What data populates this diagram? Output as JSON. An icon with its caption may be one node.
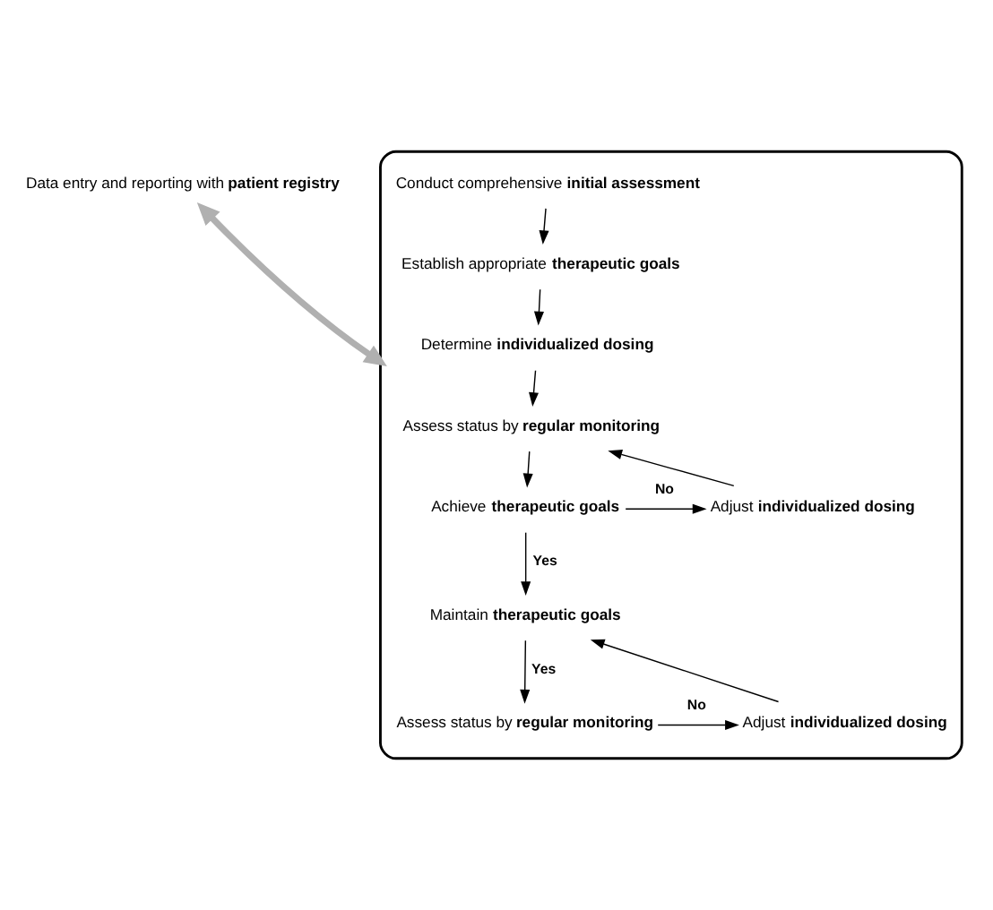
{
  "diagram": {
    "nodes": [
      {
        "text": [
          "Data entry and reporting with **patient registry**"
        ]
      },
      {
        "text": [],
        "shape": "bracket"
      },
      {
        "text": [
          "Conduct comprehensive **initial assessment**"
        ],
        "in": 1
      },
      {
        "text": [
          "Establish appropriate **therapeutic goals**"
        ],
        "in": 1
      },
      {
        "text": [
          "Determine **individualized dosing**"
        ],
        "in": 1
      },
      {
        "text": [
          "Assess status by **regular monitoring**"
        ],
        "in": 1
      },
      {
        "text": [
          "Achieve **therapeutic goals**"
        ],
        "in": 1
      },
      {
        "text": [
          "Adjust **individualized dosing**"
        ],
        "in": 1
      },
      {
        "text": [
          "Maintain **therapeutic goals**"
        ],
        "in": 1
      },
      {
        "text": [
          "Assess status by **regular monitoring**"
        ],
        "in": 1
      },
      {
        "text": [
          "Adjust **individualized dosing**"
        ],
        "in": 1
      }
    ],
    "edges": [
      {
        "from": 0,
        "to": 1,
        "arrow": "both",
        "style": "thick",
        "color": "#b0b0b0"
      },
      {
        "from": 2,
        "to": 3,
        "arrow": "to"
      },
      {
        "from": 3,
        "to": 4,
        "arrow": "to"
      },
      {
        "from": 4,
        "to": 5,
        "arrow": "to"
      },
      {
        "from": 5,
        "to": 6,
        "arrow": "to"
      },
      {
        "from": 6,
        "to": 7,
        "arrow": "to",
        "label": "No"
      },
      {
        "from": 7,
        "to": 5,
        "arrow": "to"
      },
      {
        "from": 6,
        "to": 8,
        "arrow": "to",
        "label": "Yes"
      },
      {
        "from": 8,
        "to": 9,
        "arrow": "to",
        "label": "Yes"
      },
      {
        "from": 9,
        "to": 10,
        "arrow": "to",
        "label": "No"
      },
      {
        "from": 10,
        "to": 8,
        "arrow": "to"
      }
    ]
  }
}
